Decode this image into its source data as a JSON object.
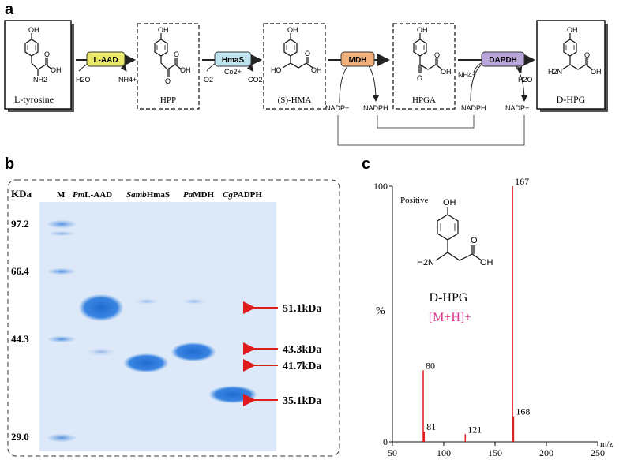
{
  "panel_a": {
    "label": "a",
    "compounds": {
      "tyrosine": "L-tyrosine",
      "hpp": "HPP",
      "hma": "(S)-HMA",
      "hpga": "HPGA",
      "dhpg": "D-HPG"
    },
    "enzymes": {
      "laad": "L-AAD",
      "hmas": "HmaS",
      "mdh": "MDH",
      "dapdh": "DAPDH"
    },
    "cofactors": {
      "h2o_in": "H2O",
      "nh4_out": "NH4+",
      "o2_in": "O2",
      "co2_out": "CO2",
      "co_ion": "Co2+",
      "nadp_in": "NADP+",
      "nadph_out": "NADPH",
      "nh4_in": "NH4+",
      "h2o_out": "H2O",
      "nadph_in": "NADPH",
      "nadp_out": "NADP+"
    },
    "structure_atoms": {
      "oh": "OH",
      "o": "O",
      "nh2": "NH2",
      "ho": "HO",
      "h2n": "H2N"
    }
  },
  "panel_b": {
    "label": "b",
    "kda_header": "KDa",
    "lane_labels": [
      {
        "italic": "",
        "normal": "M"
      },
      {
        "italic": "Pm",
        "normal": "L-AAD"
      },
      {
        "italic": "Samb",
        "normal": "HmaS"
      },
      {
        "italic": "Pa",
        "normal": "MDH"
      },
      {
        "italic": "Cg",
        "normal": "PADPH"
      }
    ],
    "marker_sizes": [
      "97.2",
      "66.4",
      "44.3",
      "29.0"
    ],
    "band_labels": [
      "51.1kDa",
      "43.3kDa",
      "41.7kDa",
      "35.1kDa"
    ],
    "gel_color": "#dde9f8",
    "band_color": "#2f79d9",
    "arrow_color": "#e01b1b"
  },
  "panel_c": {
    "label": "c",
    "ion_mode": "Positive",
    "compound": "D-HPG",
    "adduct": "[M+H]+",
    "adduct_color": "#e0308a",
    "y_axis_label": "%",
    "x_axis_label": "m/z",
    "line_color": "#e01b1b",
    "atoms": {
      "oh": "OH",
      "o": "O",
      "h2n": "H2N"
    },
    "chart_data": {
      "type": "bar",
      "xlim": [
        50,
        250
      ],
      "ylim": [
        0,
        100
      ],
      "x_ticks": [
        50,
        100,
        150,
        200,
        250
      ],
      "y_ticks": [
        0,
        100
      ],
      "peaks": [
        {
          "x": 80,
          "y": 28,
          "label": "80"
        },
        {
          "x": 81,
          "y": 4,
          "label": "81"
        },
        {
          "x": 121,
          "y": 3,
          "label": "121"
        },
        {
          "x": 167,
          "y": 100,
          "label": "167"
        },
        {
          "x": 168,
          "y": 10,
          "label": "168"
        }
      ]
    }
  }
}
